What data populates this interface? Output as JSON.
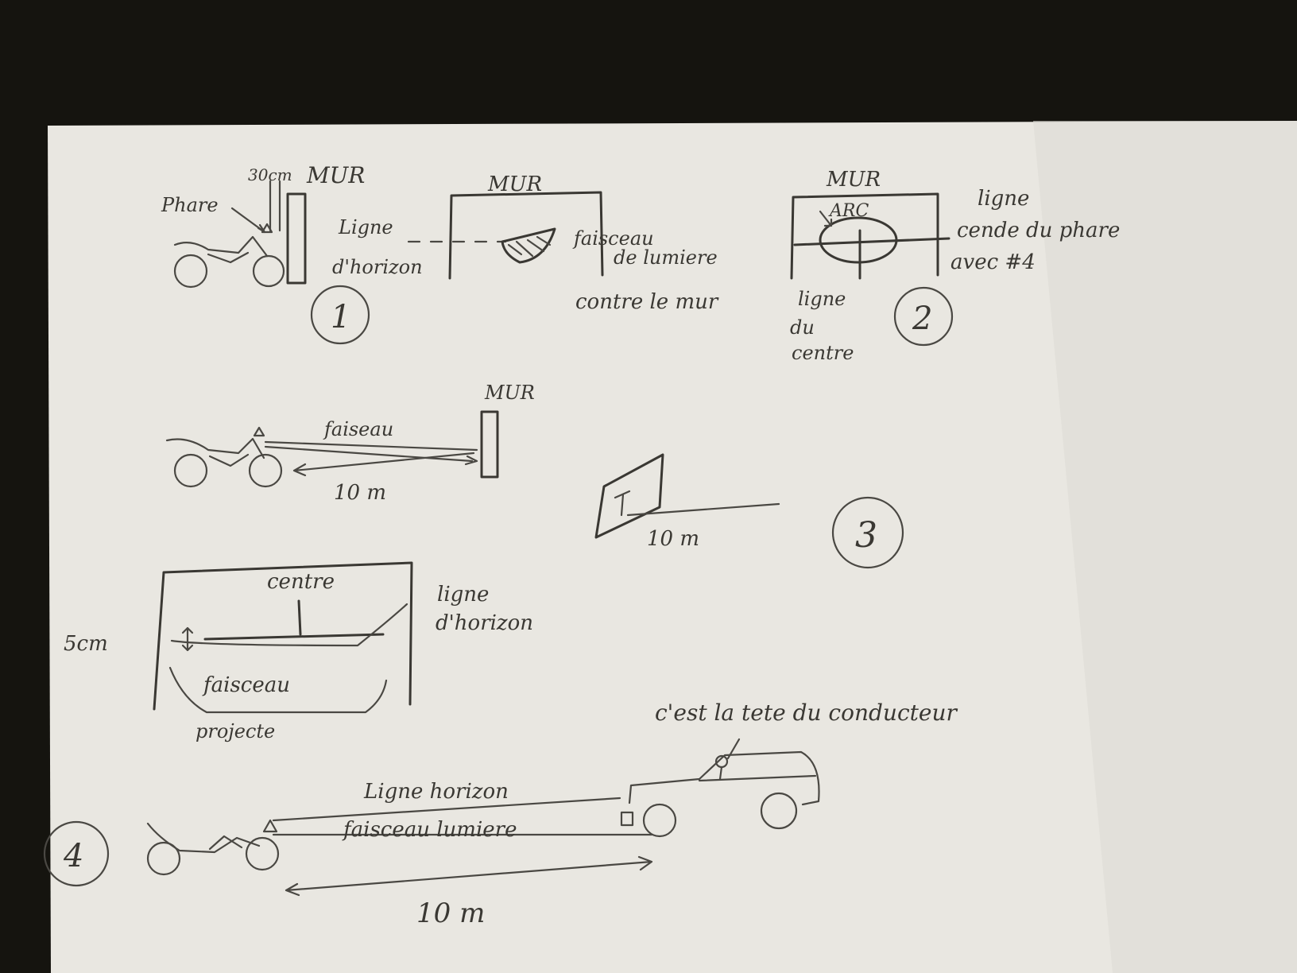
{
  "palette": {
    "background": "#15140f",
    "paper": "#e9e7e1",
    "ink": "#3a3833"
  },
  "step1": {
    "number": "1",
    "label_phare": "Phare",
    "label_distance": "30cm",
    "label_mur_side": "MUR",
    "label_mur_front": "MUR",
    "label_ligne": "Ligne",
    "label_horizon": "d'horizon",
    "label_faisceau_1": "faisceau",
    "label_faisceau_2": "de lumiere",
    "label_contre": "contre le mur"
  },
  "step2": {
    "number": "2",
    "label_mur": "MUR",
    "label_arc": "ARC",
    "note_line1": "ligne",
    "note_line2": "cende du phare",
    "note_line3": "avec #4",
    "label_ligne": "ligne",
    "label_du": "du",
    "label_centre": "centre"
  },
  "step3": {
    "number": "3",
    "label_mur": "MUR",
    "label_faisceau": "faiseau",
    "label_distance_a": "10 m",
    "label_distance_b": "10 m",
    "label_centre": "centre",
    "label_ligne": "ligne",
    "label_horizon": "d'horizon",
    "label_5cm": "5cm",
    "label_faisceau_1": "faisceau",
    "label_faisceau_2": "projecte"
  },
  "step4": {
    "number": "4",
    "label_tete": "c'est la tete du conducteur",
    "label_ligne_horizon": "Ligne horizon",
    "label_faisceau": "faisceau lumiere",
    "label_distance": "10 m"
  }
}
